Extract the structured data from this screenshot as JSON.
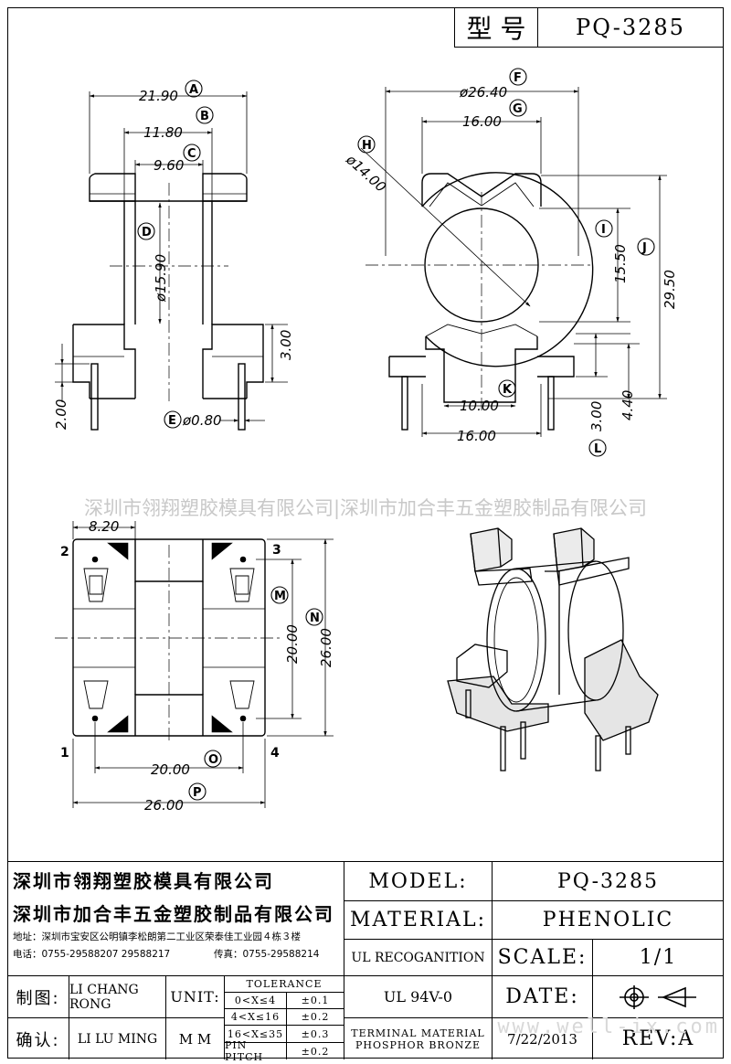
{
  "header": {
    "model_label": "型 号",
    "model_value": "PQ-3285"
  },
  "banner": "深圳市翎翔塑胶模具有限公司|深圳市加合丰五金塑胶制品有限公司",
  "drawing": {
    "front_dims": {
      "a": "21.90",
      "b": "11.80",
      "c": "9.60",
      "d": "ø15.90",
      "d_raw": "15.90",
      "h3": "3.00",
      "h2": "2.00",
      "e": "ø0.80"
    },
    "side_dims": {
      "f": "ø26.40",
      "g": "16.00",
      "h": "ø14.00",
      "i": "15.50",
      "j": "29.50",
      "k": "10.00",
      "bottom": "16.00",
      "l1": "3.00",
      "l2": "4.40"
    },
    "bottom_dims": {
      "w": "8.20",
      "m": "20.00",
      "n": "26.00",
      "o": "20.00",
      "p": "26.00"
    },
    "balloons": [
      "A",
      "B",
      "C",
      "D",
      "E",
      "F",
      "G",
      "H",
      "I",
      "J",
      "K",
      "L",
      "M",
      "N",
      "O",
      "P"
    ],
    "pins": [
      "1",
      "2",
      "3",
      "4"
    ]
  },
  "title_block": {
    "company1": "深圳市翎翔塑胶模具有限公司",
    "company2": "深圳市加合丰五金塑胶制品有限公司",
    "address": "地址：深圳市宝安区公明镇李松朗第二工业区荣泰佳工业园４栋３楼",
    "phone": "电话：0755-29588207  29588217",
    "fax": "传真：0755-29588214",
    "model_label": "MODEL:",
    "model_value": "PQ-3285",
    "material_label": "MATERIAL:",
    "material_value": "PHENOLIC",
    "ul_label": "UL RECOGANITION",
    "ul_value": "UL 94V-0",
    "scale_label": "SCALE:",
    "scale_value": "1/1",
    "date_label": "DATE:",
    "date_value": "7/22/2013",
    "rev": "REV:A",
    "terminal_line1": "TERMINAL MATERIAL",
    "terminal_line2": "PHOSPHOR  BRONZE",
    "drawn_label": "制图:",
    "drawn_value": "LI CHANG RONG",
    "checked_label": "确认:",
    "checked_value": "LI LU MING",
    "unit_label": "UNIT:",
    "unit_value": "M M",
    "tolerance_title": "TOLERANCE",
    "tolerances": [
      {
        "range": "0<X≤4",
        "tol": "±0.1"
      },
      {
        "range": "4<X≤16",
        "tol": "±0.2"
      },
      {
        "range": "16<X≤35",
        "tol": "±0.3"
      },
      {
        "range": "PIN PITCH",
        "tol": "±0.2"
      }
    ]
  },
  "watermark": "www.well-ix.com"
}
